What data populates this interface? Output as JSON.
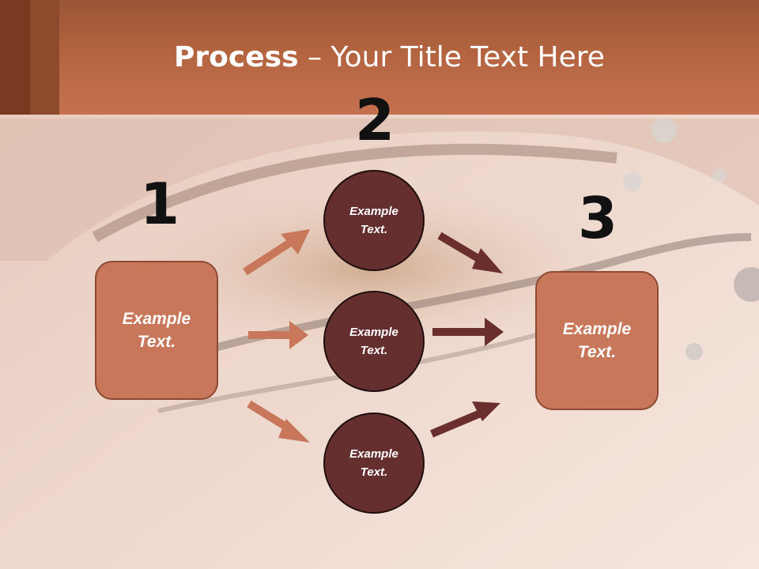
{
  "header": {
    "title_bold": "Process",
    "title_rest": " – Your Title Text Here"
  },
  "steps": {
    "one": "1",
    "two": "2",
    "three": "3"
  },
  "left_box": {
    "text": "Example\nText."
  },
  "right_box": {
    "text": "Example\nText."
  },
  "circles": [
    {
      "text": "Example\nText."
    },
    {
      "text": "Example\nText."
    },
    {
      "text": "Example\nText."
    }
  ],
  "colors": {
    "header": "#c57150",
    "box": "#c8775a",
    "circle": "#662f2f",
    "arrow_light": "#c8775a",
    "arrow_dark": "#6a2f2c"
  }
}
